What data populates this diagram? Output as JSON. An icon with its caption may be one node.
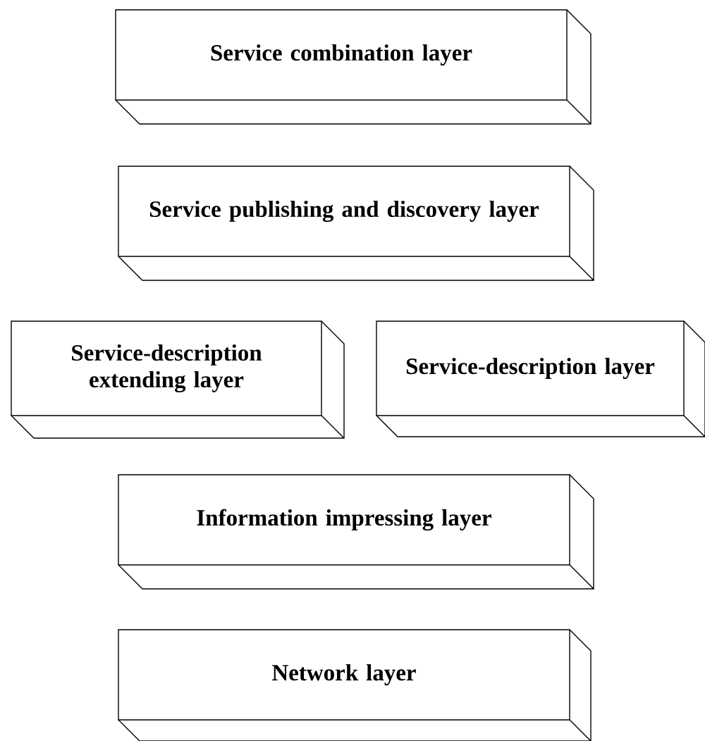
{
  "diagram": {
    "nodes": [
      {
        "text": [
          "Service combination layer"
        ]
      },
      {
        "text": [
          "Service publishing and discovery layer"
        ]
      },
      {
        "text": [
          "Service-description extending layer"
        ]
      },
      {
        "text": [
          "Service-description layer"
        ]
      },
      {
        "text": [
          "Information impressing layer"
        ]
      },
      {
        "text": [
          "Network layer"
        ]
      }
    ]
  }
}
